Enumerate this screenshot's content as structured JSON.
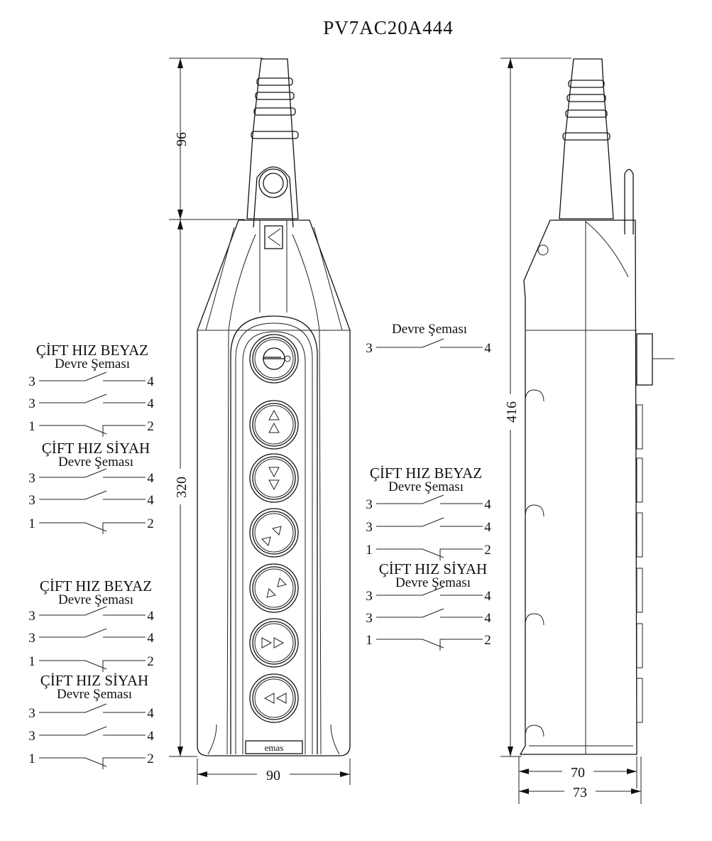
{
  "title": "PV7AC20A444",
  "dimensions": {
    "cable_height": "96",
    "body_height": "320",
    "width": "90",
    "total_height": "416",
    "depth_body": "70",
    "depth_total": "73"
  },
  "logo_text": "emas",
  "button_icons": [
    "key-selector-icon",
    "up-arrows-icon",
    "down-arrows-icon",
    "diagonal-up-right-arrows-icon",
    "diagonal-up-left-arrows-icon",
    "right-arrows-icon",
    "left-arrows-icon"
  ],
  "simple_circuit": {
    "heading": "Devre Şeması",
    "contacts": [
      {
        "a": "3",
        "b": "4",
        "type": "NO"
      }
    ]
  },
  "circuit_groups": [
    {
      "side": "left",
      "heading": "ÇİFT HIZ BEYAZ",
      "sub": "Devre Şeması",
      "contacts": [
        {
          "a": "3",
          "b": "4",
          "type": "NO"
        },
        {
          "a": "3",
          "b": "4",
          "type": "NO"
        },
        {
          "a": "1",
          "b": "2",
          "type": "NC"
        }
      ]
    },
    {
      "side": "left",
      "heading": "ÇİFT HIZ SİYAH",
      "sub": "Devre Şeması",
      "contacts": [
        {
          "a": "3",
          "b": "4",
          "type": "NO"
        },
        {
          "a": "3",
          "b": "4",
          "type": "NO"
        },
        {
          "a": "1",
          "b": "2",
          "type": "NC"
        }
      ]
    },
    {
      "side": "left",
      "heading": "ÇİFT HIZ BEYAZ",
      "sub": "Devre Şeması",
      "contacts": [
        {
          "a": "3",
          "b": "4",
          "type": "NO"
        },
        {
          "a": "3",
          "b": "4",
          "type": "NO"
        },
        {
          "a": "1",
          "b": "2",
          "type": "NC"
        }
      ]
    },
    {
      "side": "left",
      "heading": "ÇİFT HIZ SİYAH",
      "sub": "Devre Şeması",
      "contacts": [
        {
          "a": "3",
          "b": "4",
          "type": "NO"
        },
        {
          "a": "3",
          "b": "4",
          "type": "NO"
        },
        {
          "a": "1",
          "b": "2",
          "type": "NC"
        }
      ]
    },
    {
      "side": "right",
      "heading": "ÇİFT HIZ BEYAZ",
      "sub": "Devre Şeması",
      "contacts": [
        {
          "a": "3",
          "b": "4",
          "type": "NO"
        },
        {
          "a": "3",
          "b": "4",
          "type": "NO"
        },
        {
          "a": "1",
          "b": "2",
          "type": "NC"
        }
      ]
    },
    {
      "side": "right",
      "heading": "ÇİFT HIZ SİYAH",
      "sub": "Devre Şeması",
      "contacts": [
        {
          "a": "3",
          "b": "4",
          "type": "NO"
        },
        {
          "a": "3",
          "b": "4",
          "type": "NO"
        },
        {
          "a": "1",
          "b": "2",
          "type": "NC"
        }
      ]
    }
  ]
}
